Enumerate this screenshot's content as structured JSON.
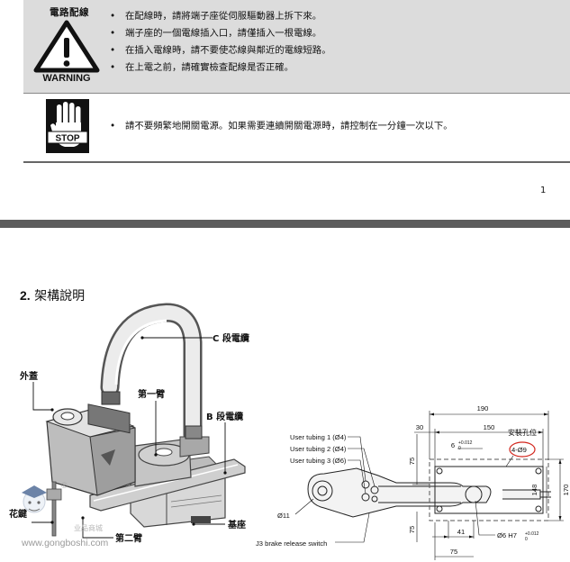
{
  "warning": {
    "title": "電路配線",
    "label": "WARNING",
    "items": [
      "在配線時，請將端子座從伺服驅動器上拆下來。",
      "端子座的一個電線插入口，請僅插入一根電線。",
      "在插入電線時，請不要使芯線與鄰近的電線短路。",
      "在上電之前，請確實檢查配線是否正確。"
    ]
  },
  "stop": {
    "label": "STOP",
    "items": [
      "請不要頻繁地開關電源。如果需要連續開關電源時，請控制在一分鐘一次以下。"
    ]
  },
  "page_number": "1",
  "section": {
    "number": "2.",
    "title": "架構說明"
  },
  "robot_labels": {
    "c_cable": "C 段電纜",
    "cover": "外蓋",
    "arm1": "第一臂",
    "b_cable": "B 段電纜",
    "spline": "花鍵",
    "arm2": "第二臂",
    "base": "基座"
  },
  "dimensions": {
    "tubing1": "User tubing 1 (Ø4)",
    "tubing2": "User tubing 2 (Ø4)",
    "tubing3": "User tubing 3 (Ø6)",
    "dia11": "Ø11",
    "brake": "J3 brake release switch",
    "d190": "190",
    "d150": "150",
    "d30": "30",
    "d6": "6",
    "tol_6_up": "+0.012",
    "tol_6_dn": "0",
    "mount_holes_title": "安裝孔位",
    "mount_holes": "4-Ø9",
    "d75_left": "75",
    "d170": "170",
    "d148": "148",
    "d41": "41",
    "d75_bottom": "75",
    "h7": "Ø6 H7",
    "tol_h7_up": "+0.012",
    "tol_h7_dn": "0"
  },
  "watermark": {
    "site": "www.gongboshi.com",
    "sub": "业品商城"
  },
  "colors": {
    "table_bg": "#dcdcdc",
    "bar": "#5c5c5c",
    "highlight": "#d2261d"
  }
}
